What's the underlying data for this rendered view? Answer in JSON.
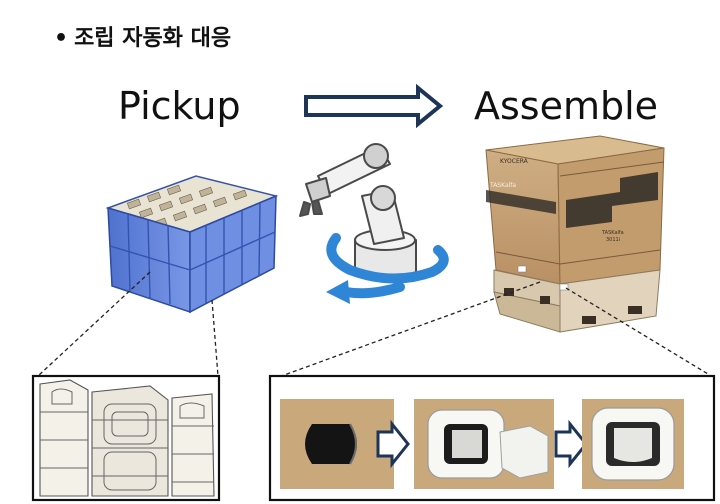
{
  "header": {
    "bullet": "•",
    "title": "조립 자동화 대응"
  },
  "labels": {
    "pickup": "Pickup",
    "assemble": "Assemble"
  },
  "box_print": {
    "brand": "KYOCERA",
    "product": "TASKalfa",
    "side_model": "TASKalfa",
    "side_sub": "3011i"
  },
  "colors": {
    "crate_blue": "#5b7fd8",
    "arrow_navy": "#1d3557",
    "rotation_blue": "#2f86d6",
    "cardboard": "#c9a577",
    "pallet": "#d8c8ae"
  },
  "icons": [
    "double-arrow-icon",
    "robot-arm-icon",
    "rotation-arrow-icon",
    "small-arrow-icon"
  ]
}
